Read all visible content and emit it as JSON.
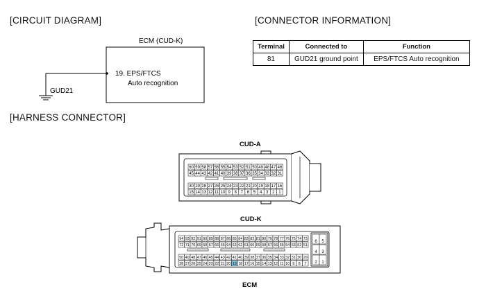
{
  "sections": {
    "circuit": "[CIRCUIT DIAGRAM]",
    "connector": "[CONNECTOR INFORMATION]",
    "harness": "[HARNESS CONNECTOR]"
  },
  "circuit": {
    "ecm_label": "ECM (CUD-K)",
    "pin_line1": "19. EPS/FTCS",
    "pin_line2": "Auto recognition",
    "ground_label": "GUD21"
  },
  "connector_table": {
    "headers": [
      "Terminal",
      "Connected to",
      "Function"
    ],
    "rows": [
      [
        "81",
        "GUD21 ground point",
        "EPS/FTCS Auto recognition"
      ]
    ]
  },
  "harness": {
    "cud_a_label": "CUD-A",
    "cud_k_label": "CUD-K",
    "ecm_label": "ECM",
    "cud_a_rows": [
      [
        "60",
        "59",
        "58",
        "57",
        "56",
        "55",
        "54",
        "53",
        "52",
        "51",
        "50",
        "49",
        "48",
        "47",
        "46"
      ],
      [
        "45",
        "44",
        "43",
        "42",
        "41",
        "40",
        "39",
        "38",
        "37",
        "36",
        "35",
        "34",
        "33",
        "32",
        "31"
      ],
      [
        "30",
        "29",
        "28",
        "27",
        "26",
        "25",
        "24",
        "23",
        "22",
        "21",
        "20",
        "19",
        "18",
        "17",
        "16"
      ],
      [
        "15",
        "14",
        "13",
        "12",
        "11",
        "10",
        "9",
        "8",
        "7",
        "6",
        "5",
        "4",
        "3",
        "2",
        "1"
      ]
    ],
    "cud_k_rows": [
      [
        "94",
        "93",
        "92",
        "91",
        "90",
        "89",
        "88",
        "87",
        "86",
        "85",
        "84",
        "83",
        "82",
        "81",
        "80",
        "79",
        "78",
        "77",
        "76",
        "75",
        "74",
        "73"
      ],
      [
        "72",
        "71",
        "70",
        "69",
        "68",
        "67",
        "66",
        "65",
        "64",
        "63",
        "62",
        "61",
        "60",
        "59",
        "58",
        "57",
        "56",
        "55",
        "54",
        "53",
        "52",
        "51"
      ],
      [
        "50",
        "49",
        "48",
        "47",
        "46",
        "45",
        "44",
        "43",
        "42",
        "41",
        "40",
        "39",
        "38",
        "37",
        "36",
        "35",
        "34",
        "33",
        "32",
        "31",
        "30",
        "29"
      ],
      [
        "28",
        "27",
        "26",
        "25",
        "24",
        "23",
        "22",
        "21",
        "20",
        "19",
        "18",
        "17",
        "16",
        "15",
        "14",
        "13",
        "12",
        "11",
        "10",
        "9",
        "8",
        "7"
      ]
    ],
    "cud_k_side": [
      [
        "6",
        "5"
      ],
      [
        "4",
        "3"
      ],
      [
        "2",
        "1"
      ]
    ],
    "highlight_pin": "19",
    "highlight_color": "#7ec8e3"
  }
}
